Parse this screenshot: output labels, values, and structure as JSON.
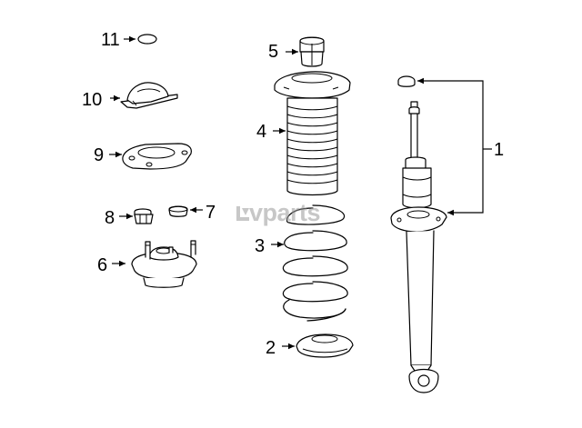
{
  "callouts": {
    "c1": "1",
    "c2": "2",
    "c3": "3",
    "c4": "4",
    "c5": "5",
    "c6": "6",
    "c7": "7",
    "c8": "8",
    "c9": "9",
    "c10": "10",
    "c11": "11"
  },
  "watermark": "vparts"
}
